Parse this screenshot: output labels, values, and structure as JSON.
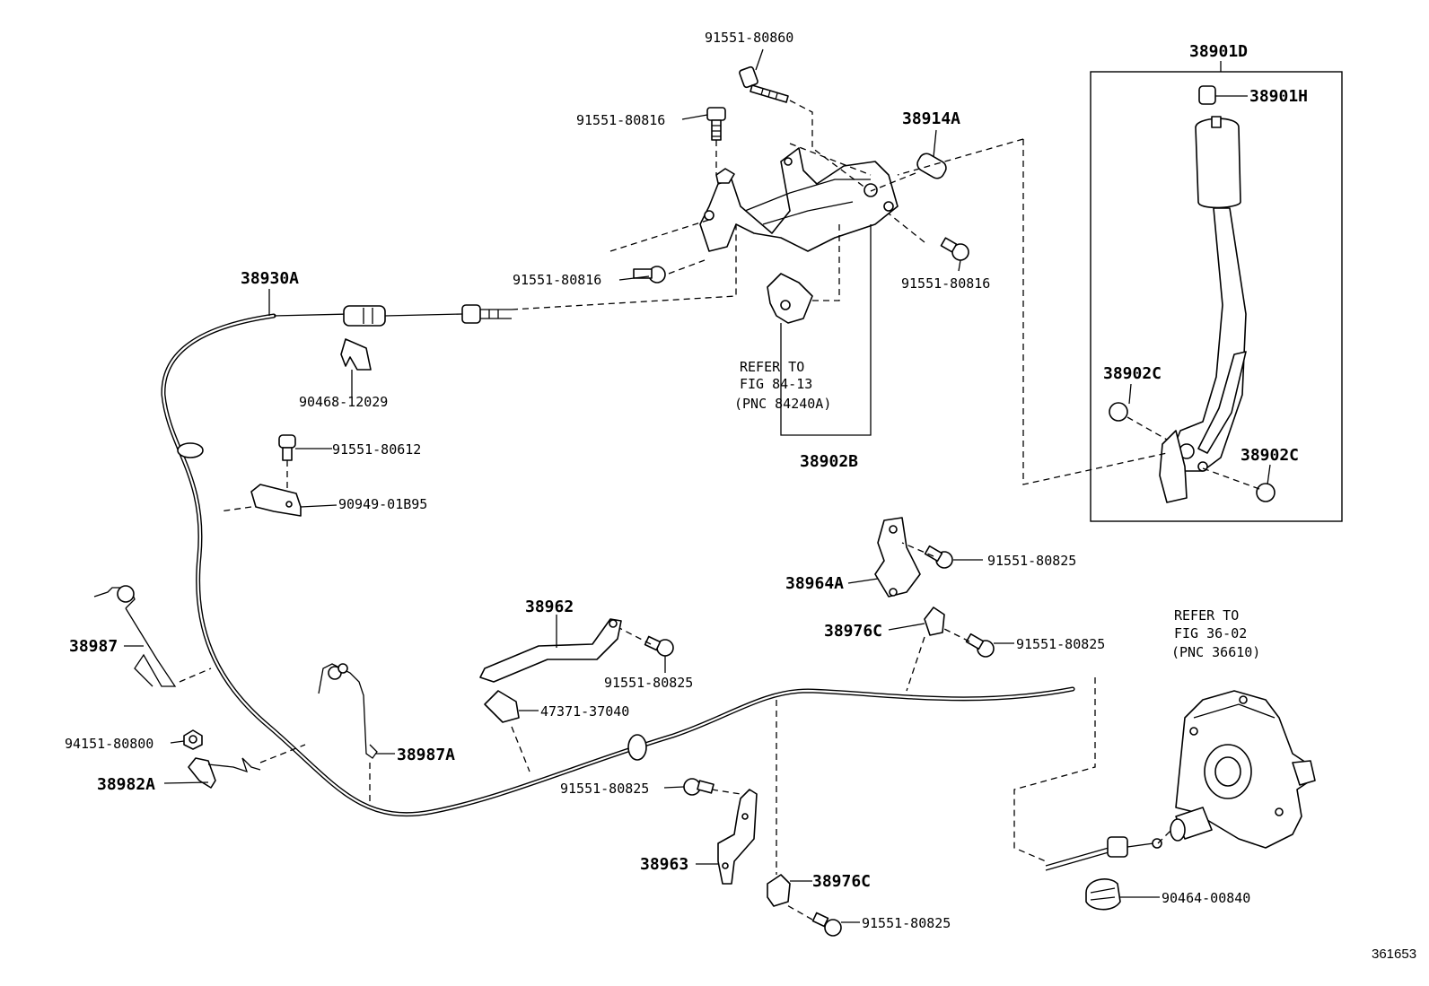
{
  "diagram": {
    "labels": {
      "p91551_80860": "91551-80860",
      "p91551_80816_a": "91551-80816",
      "p38914A": "38914A",
      "p91551_80816_b": "91551-80816",
      "p91551_80816_c": "91551-80816",
      "p38930A": "38930A",
      "p90468_12029": "90468-12029",
      "p91551_80612": "91551-80612",
      "p90949_01B95": "90949-01B95",
      "p38902B": "38902B",
      "p38901D": "38901D",
      "p38901H": "38901H",
      "p38902C_a": "38902C",
      "p38902C_b": "38902C",
      "p38964A": "38964A",
      "p91551_80825_a": "91551-80825",
      "p38976C_a": "38976C",
      "p91551_80825_b": "91551-80825",
      "p38962": "38962",
      "p91551_80825_c": "91551-80825",
      "p47371_37040": "47371-37040",
      "p38987": "38987",
      "p38987A": "38987A",
      "p94151_80800": "94151-80800",
      "p38982A": "38982A",
      "p91551_80825_d": "91551-80825",
      "p38963": "38963",
      "p38976C_b": "38976C",
      "p91551_80825_e": "91551-80825",
      "p90464_00840": "90464-00840"
    },
    "notes": {
      "ref1_line1": "REFER TO",
      "ref1_line2": "FIG 84-13",
      "ref1_line3": "(PNC 84240A)",
      "ref2_line1": "REFER TO",
      "ref2_line2": "FIG 36-02",
      "ref2_line3": "(PNC 36610)"
    },
    "figure_id": "361653"
  }
}
